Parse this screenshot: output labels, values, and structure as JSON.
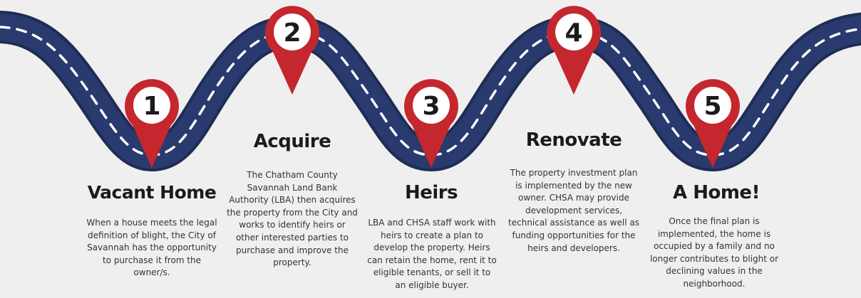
{
  "colors": {
    "background": "#efeff0",
    "road": "#283a6e",
    "road_edge": "#1f2c55",
    "lane_marking": "#ffffff",
    "pin": "#c4272d",
    "pin_center": "#ffffff",
    "title_text": "#1b1b1b",
    "body_text": "#333333"
  },
  "steps": [
    {
      "number": "1",
      "title": "Vacant Home",
      "description": "When a house meets the legal definition of blight, the City of Savannah has the opportunity to purchase it from the owner/s."
    },
    {
      "number": "2",
      "title": "Acquire",
      "description": "The Chatham County Savannah Land Bank Authority (LBA) then acquires the property from the City and works to identify heirs or other interested parties to purchase and improve the property."
    },
    {
      "number": "3",
      "title": "Heirs",
      "description": "LBA and CHSA staff work with heirs to create a plan to develop the property. Heirs can retain the home, rent it to eligible tenants, or sell it to an eligible buyer."
    },
    {
      "number": "4",
      "title": "Renovate",
      "description": "The property investment plan is implemented by the new owner. CHSA may provide development services, technical assistance as well as funding opportunities for the heirs and developers."
    },
    {
      "number": "5",
      "title": "A Home!",
      "description": "Once the final plan is implemented, the home  is occupied by a family and no longer contributes to blight or declining values in the neighborhood."
    }
  ]
}
